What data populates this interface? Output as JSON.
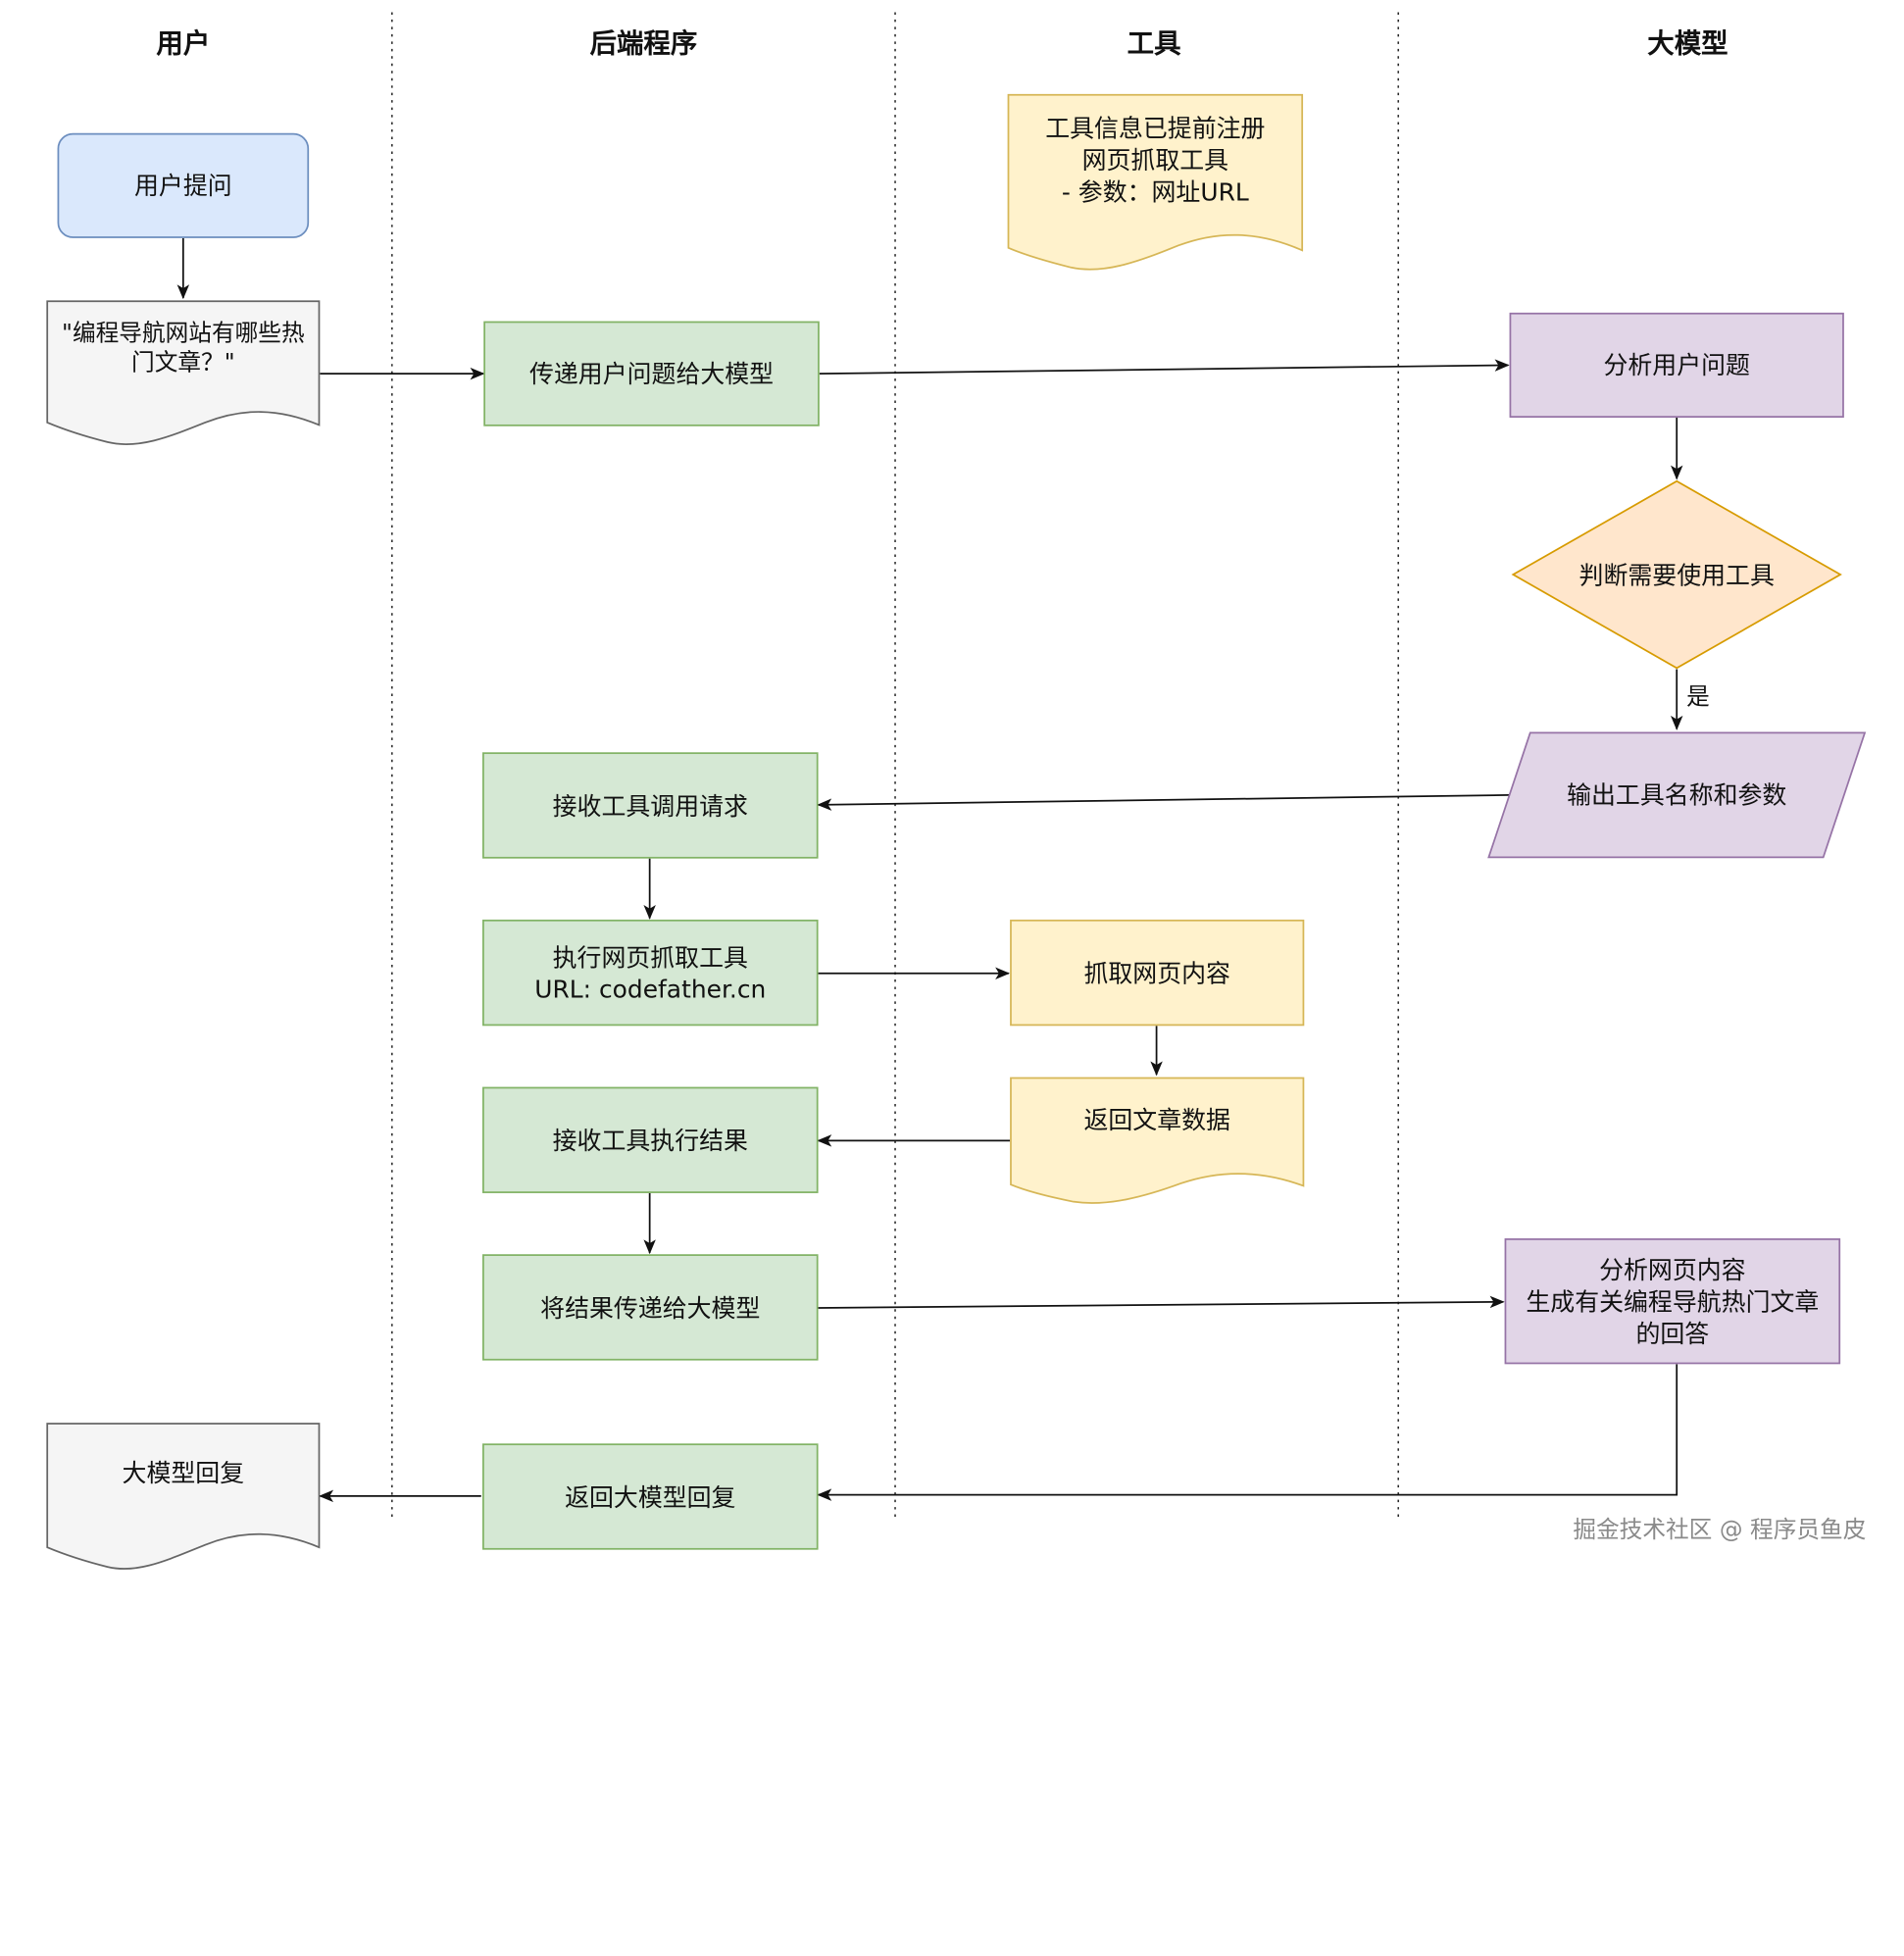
{
  "lanes": {
    "user": "用户",
    "backend": "后端程序",
    "tool": "工具",
    "llm": "大模型"
  },
  "nodes": {
    "user_ask": "用户提问",
    "user_question": "\"编程导航网站有哪些热\n门文章？\"",
    "backend_pass_question": "传递用户问题给大模型",
    "tool_registered": "工具信息已提前注册\n网页抓取工具\n- 参数：网址URL",
    "llm_analyze": "分析用户问题",
    "llm_decide": "判断需要使用工具",
    "llm_output": "输出工具名称和参数",
    "backend_receive_call": "接收工具调用请求",
    "backend_execute": "执行网页抓取工具\nURL: codefather.cn",
    "tool_fetch": "抓取网页内容",
    "tool_return": "返回文章数据",
    "backend_receive_result": "接收工具执行结果",
    "backend_pass_result": "将结果传递给大模型",
    "llm_answer": "分析网页内容\n生成有关编程导航热门文章\n的回答",
    "backend_return": "返回大模型回复",
    "user_reply": "大模型回复"
  },
  "edge_labels": {
    "yes": "是"
  },
  "watermark": "掘金技术社区 @ 程序员鱼皮",
  "colors": {
    "blue_fill": "#dae8fc",
    "blue_stroke": "#6c8ebf",
    "green_fill": "#d5e8d4",
    "green_stroke": "#82b366",
    "yellow_fill": "#fff2cc",
    "yellow_stroke": "#d6b656",
    "purple_fill": "#e1d5e7",
    "purple_stroke": "#9673a6",
    "orange_fill": "#ffe6cc",
    "orange_stroke": "#d79b00",
    "gray_fill": "#f5f5f5",
    "gray_stroke": "#666666"
  }
}
